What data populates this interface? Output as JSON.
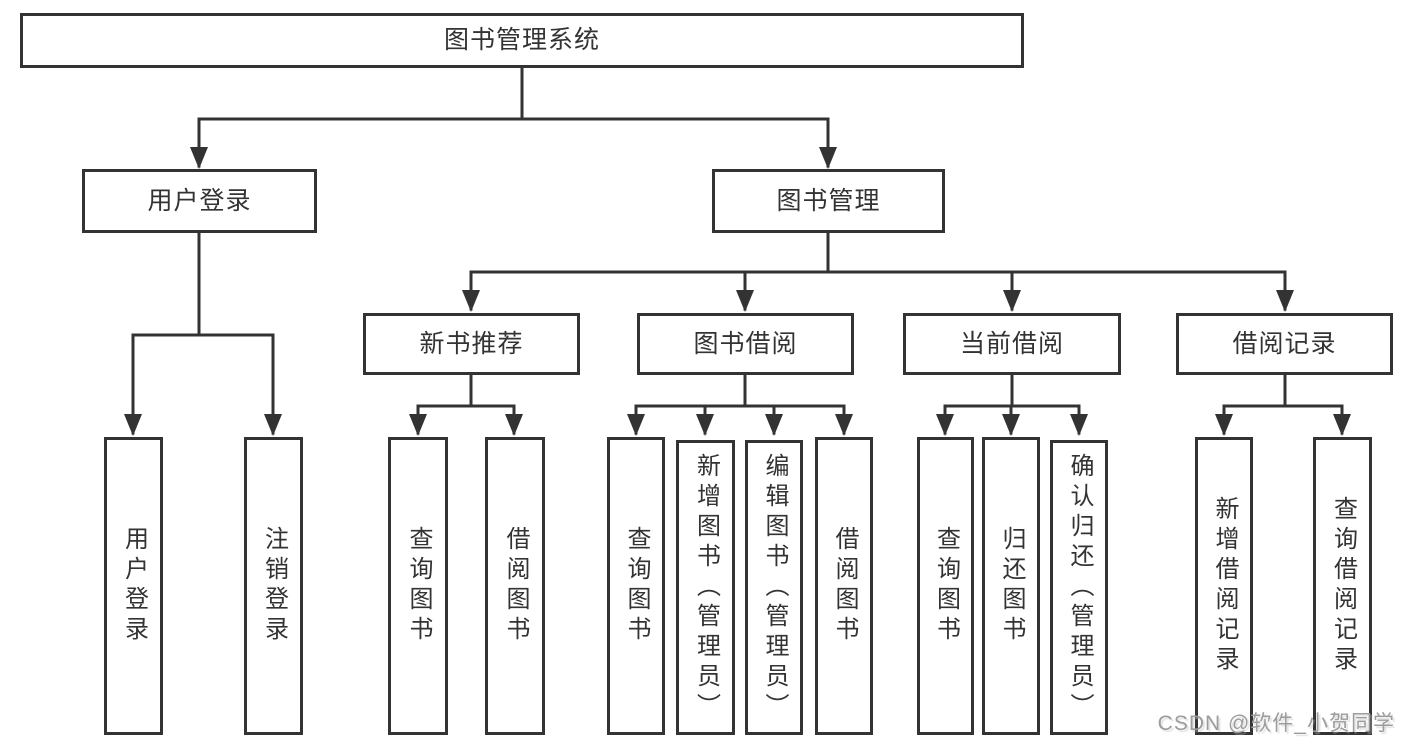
{
  "style": {
    "line_color": "#333333",
    "box_border_color": "#333333",
    "box_background": "#ffffff",
    "text_color": "#333333",
    "watermark_color": "#9c9c9c"
  },
  "diagram": {
    "root": {
      "label": "图书管理系统"
    },
    "branches": [
      {
        "label": "用户登录",
        "children": [
          "用户登录",
          "注销登录"
        ]
      },
      {
        "label": "图书管理",
        "modules": [
          {
            "label": "新书推荐",
            "children": [
              "查询图书",
              "借阅图书"
            ]
          },
          {
            "label": "图书借阅",
            "children": [
              "查询图书",
              "新增图书（管理员）",
              "编辑图书（管理员）",
              "借阅图书"
            ]
          },
          {
            "label": "当前借阅",
            "children": [
              "查询图书",
              "归还图书",
              "确认归还（管理员）"
            ]
          },
          {
            "label": "借阅记录",
            "children": [
              "新增借阅记录",
              "查询借阅记录"
            ]
          }
        ]
      }
    ]
  },
  "watermark": {
    "text": "CSDN @软件_小贺同学"
  }
}
